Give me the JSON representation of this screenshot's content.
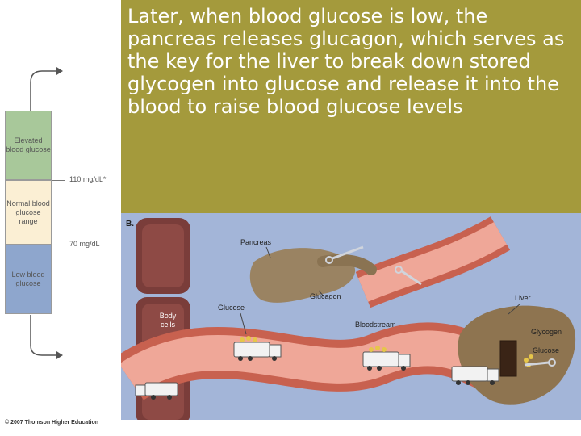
{
  "slide": {
    "text": "Later, when blood glucose is low, the pancreas releases glucagon, which serves as the key for the liver to break down stored glycogen into glucose and release it into the blood to raise blood glucose levels"
  },
  "ranges": {
    "elevated": "Elevated blood glucose",
    "normal": "Normal blood glucose range",
    "low": "Low blood glucose",
    "upper_threshold": "110 mg/dL*",
    "lower_threshold": "70 mg/dL"
  },
  "diagram": {
    "panel_letter": "B.",
    "labels": {
      "pancreas": "Pancreas",
      "glucagon": "Glucagon",
      "glucose": "Glucose",
      "bloodstream": "Bloodstream",
      "body_cells": "Body cells",
      "liver": "Liver",
      "glycogen": "Glycogen",
      "liver_glucose": "Glucose"
    }
  },
  "copyright": "© 2007 Thomson Higher Education",
  "colors": {
    "text_box": "#a49a3c",
    "diagram_bg": "#a3b5d8",
    "elevated": "#a8c89a",
    "normal": "#fbefd4",
    "low": "#8ea6cd"
  }
}
